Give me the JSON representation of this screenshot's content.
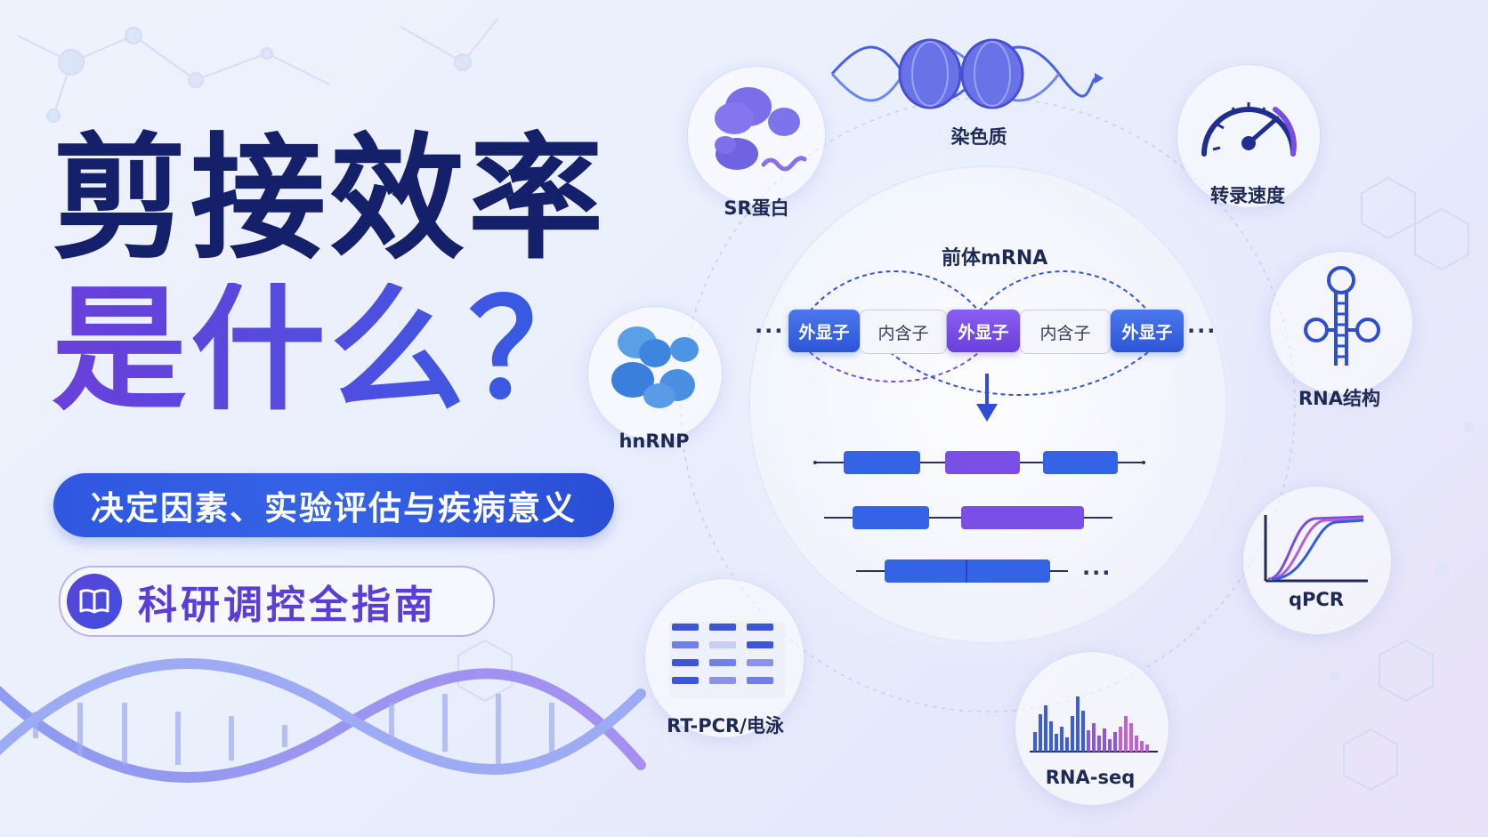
{
  "title": {
    "line1": "剪接效率",
    "line2": "是什么？"
  },
  "subtitle": "决定因素、实验评估与疾病意义",
  "guide": {
    "label": "科研调控全指南",
    "icon": "book-icon"
  },
  "center": {
    "label": "前体mRNA",
    "segments": [
      "外显子",
      "内含子",
      "外显子",
      "内含子",
      "外显子"
    ],
    "ellipsis": "···"
  },
  "nodes": {
    "chromatin": "染色质",
    "sr_protein": "SR蛋白",
    "transcription_speed": "转录速度",
    "hnrnp": "hnRNP",
    "rna_structure": "RNA结构",
    "qpcr": "qPCR",
    "rt_pcr": "RT-PCR/电泳",
    "rna_seq": "RNA-seq"
  },
  "colors": {
    "title_dark": "#15206a",
    "title_purple": "#5a43d6",
    "exon_blue": "#2f5ee0",
    "exon_purple": "#7a4fe6",
    "accent": "#3563e6"
  }
}
